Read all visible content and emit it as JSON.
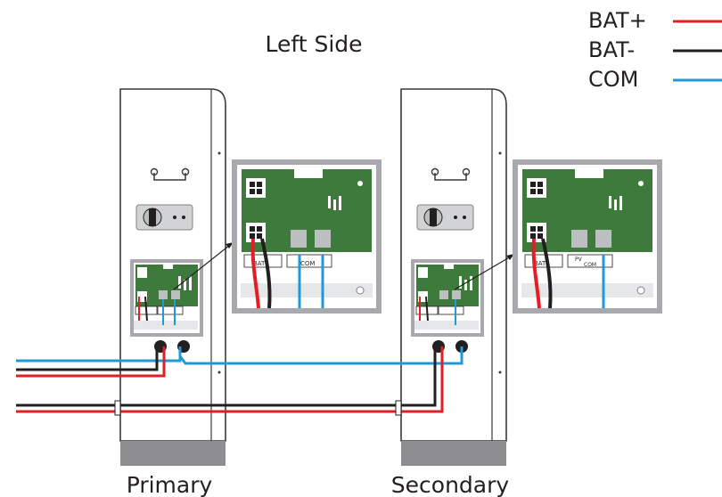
{
  "title": "Left Side",
  "legend": [
    {
      "label": "BAT+",
      "color": "#e31e24"
    },
    {
      "label": "BAT-",
      "color": "#231f20"
    },
    {
      "label": "COM",
      "color": "#1f9ad6"
    }
  ],
  "units": [
    {
      "label": "Primary"
    },
    {
      "label": "Secondary"
    }
  ],
  "panel_labels": {
    "bat": "BAT",
    "com": "COM",
    "pv": "PV"
  },
  "colors": {
    "cabinet_stroke": "#3a3a3a",
    "panel_frame": "#a7a9ac",
    "pcb_green": "#3e7a3c",
    "base_gray": "#8e8e90",
    "bat_plus": "#e31e24",
    "bat_minus": "#231f20",
    "com": "#1f9ad6"
  }
}
